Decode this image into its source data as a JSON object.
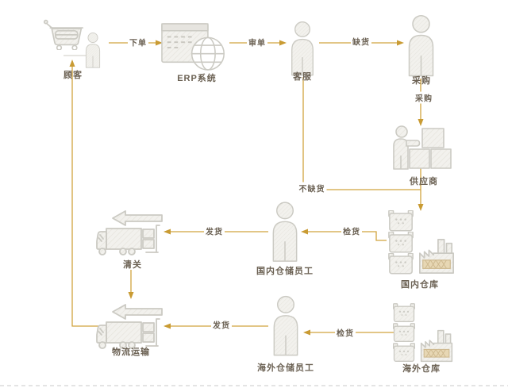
{
  "diagram": {
    "type": "flowchart",
    "language": "zh-CN",
    "colors": {
      "background": "#ffffff",
      "connector": "#d1a33f",
      "label_text": "#6b6153",
      "icon_stroke": "#cbcac3",
      "icon_fill": "#f2f1ed",
      "factory_band": "#e7d7b4",
      "page_border_dash": "#dcdcdc"
    },
    "nodes": [
      {
        "id": "customer",
        "label": "顾客",
        "icon": "shopping-cart-person-icon"
      },
      {
        "id": "erp",
        "label": "ERP系统",
        "icon": "erp-system-icon"
      },
      {
        "id": "service",
        "label": "客服",
        "icon": "person-icon"
      },
      {
        "id": "purchasing",
        "label": "采购",
        "icon": "person-icon"
      },
      {
        "id": "supplier",
        "label": "供应商",
        "icon": "supplier-boxes-icon"
      },
      {
        "id": "domestic_warehouse",
        "label": "国内仓库",
        "icon": "warehouse-factory-icon"
      },
      {
        "id": "domestic_staff",
        "label": "国内仓储员工",
        "icon": "person-icon"
      },
      {
        "id": "customs",
        "label": "清关",
        "icon": "truck-shipping-icon"
      },
      {
        "id": "logistics",
        "label": "物流运输",
        "icon": "truck-shipping-icon"
      },
      {
        "id": "overseas_staff",
        "label": "海外仓储员工",
        "icon": "person-icon"
      },
      {
        "id": "overseas_warehouse",
        "label": "海外仓库",
        "icon": "warehouse-factory-icon"
      }
    ],
    "edges": [
      {
        "from": "customer",
        "to": "erp",
        "label": "下单"
      },
      {
        "from": "erp",
        "to": "service",
        "label": "审单"
      },
      {
        "from": "service",
        "to": "purchasing",
        "label": "缺货"
      },
      {
        "from": "purchasing",
        "to": "supplier",
        "label": "采购"
      },
      {
        "from": "service",
        "to": "domestic_warehouse",
        "label": "不缺货"
      },
      {
        "from": "domestic_warehouse",
        "to": "domestic_staff",
        "label": "检货"
      },
      {
        "from": "domestic_staff",
        "to": "customs",
        "label": "发货"
      },
      {
        "from": "customs",
        "to": "logistics",
        "label": ""
      },
      {
        "from": "overseas_warehouse",
        "to": "overseas_staff",
        "label": "检货"
      },
      {
        "from": "overseas_staff",
        "to": "logistics",
        "label": "发货"
      },
      {
        "from": "logistics",
        "to": "customer",
        "label": ""
      }
    ]
  }
}
